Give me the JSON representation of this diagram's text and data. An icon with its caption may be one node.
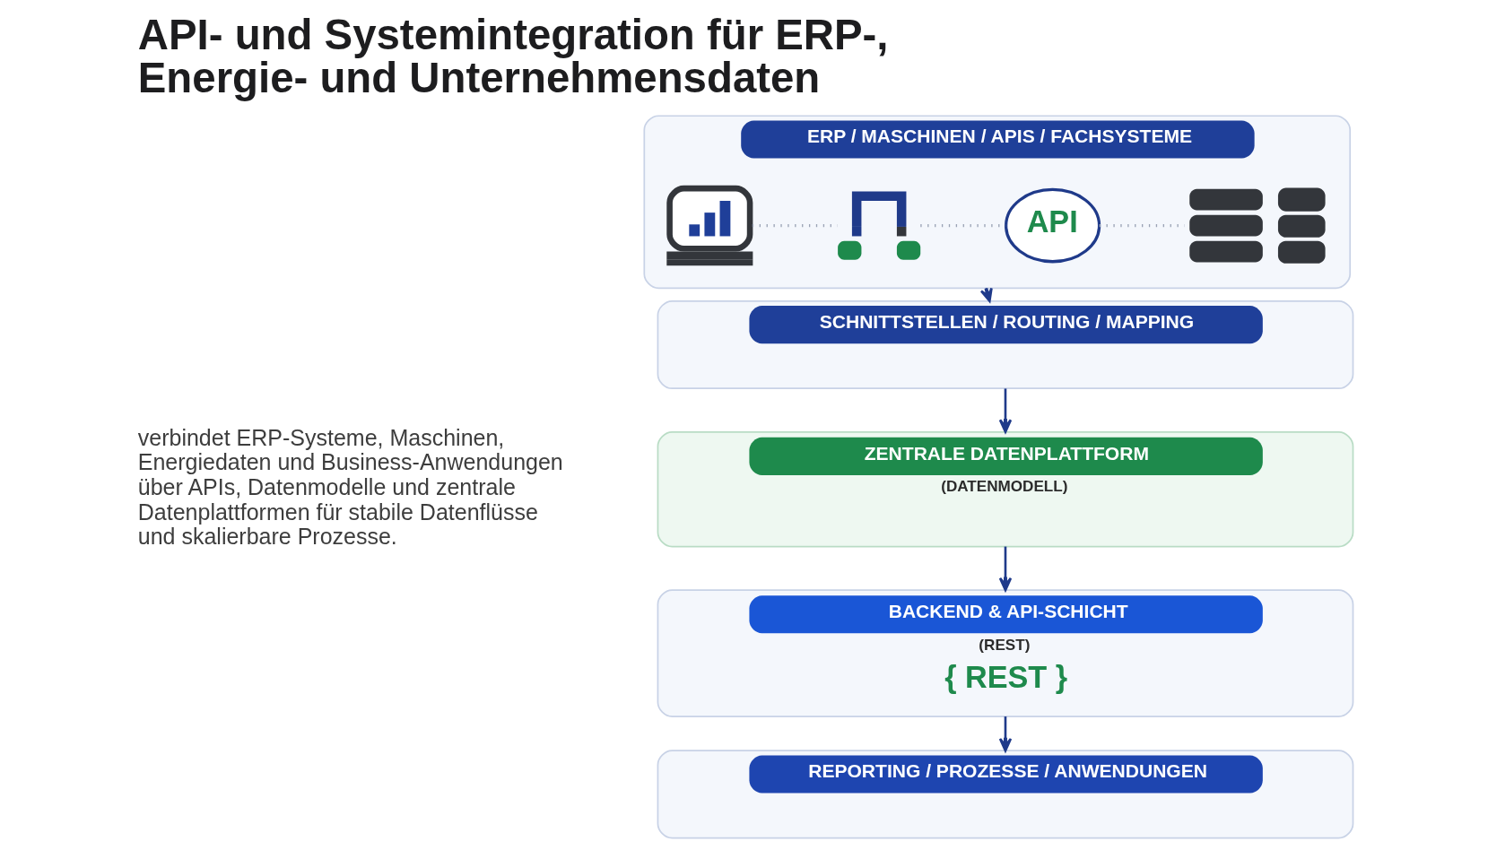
{
  "diagram": {
    "title": "API- und Systemintegration für ERP-, Energie- und Unternehmensdaten",
    "nodes": [
      {
        "text": [
          "ERP / MASCHINEN / APIS / FACHSYSTEME"
        ]
      },
      {
        "text": [],
        "shape": "picture",
        "in": 0
      },
      {
        "text": [],
        "shape": "picture",
        "in": 0
      },
      {
        "text": [
          "API"
        ],
        "in": 0
      },
      {
        "text": [],
        "shape": "picture",
        "in": 0
      },
      {
        "text": [
          "SCHNITTSTELLEN / ROUTING / MAPPING"
        ]
      },
      {
        "text": [
          "ZENTRALE DATENPLATTFORM",
          "(DATENMODELL)"
        ]
      },
      {
        "text": [
          "BACKEND & API-SCHICHT",
          "(REST)",
          "{ REST }"
        ]
      },
      {
        "text": [
          "REPORTING / PROZESSE / ANWENDUNGEN"
        ]
      }
    ],
    "edges": [
      {
        "from": 1,
        "to": 2,
        "arrow": "none",
        "style": "dashed",
        "color": "#9aa3b5"
      },
      {
        "from": 2,
        "to": 3,
        "arrow": "none",
        "style": "dashed",
        "color": "#9aa3b5"
      },
      {
        "from": 3,
        "to": 4,
        "arrow": "none",
        "style": "dashed",
        "color": "#9aa3b5"
      },
      {
        "from": 0,
        "to": 5,
        "arrow": "to"
      },
      {
        "from": 5,
        "to": 6,
        "arrow": "to"
      },
      {
        "from": 6,
        "to": 7,
        "arrow": "to"
      },
      {
        "from": 7,
        "to": 8,
        "arrow": "to"
      }
    ],
    "labels": [
      "verbindet ERP-Systeme, Maschinen, Energiedaten und Business-Anwendungen über APIs, Datenmodelle und zentrale Datenplattformen für stabile Datenflüsse und skalierbare Prozesse."
    ]
  }
}
